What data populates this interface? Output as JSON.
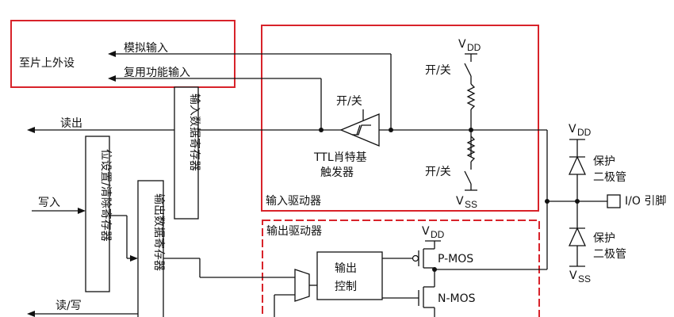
{
  "peripheral": {
    "label": "至片上外设",
    "analog_in": "模拟输入",
    "alt_in": "复用功能输入"
  },
  "input_driver": {
    "title": "输入驱动器",
    "switch_label": "开/关",
    "ttl_line1": "TTL肖特基",
    "ttl_line2": "触发器"
  },
  "input_register": "输入数据寄存器",
  "output_register": "输出数据寄存器",
  "bsrr": "位设置/清除寄存器",
  "signals": {
    "read": "读出",
    "write": "写入",
    "read_write": "读/写"
  },
  "vdd_main": "V",
  "vdd_sub": "DD",
  "vss_main": "V",
  "vss_sub": "SS",
  "protect_line1": "保护",
  "protect_line2": "二极管",
  "io_pin": "I/O 引脚",
  "output_driver": {
    "title": "输出驱动器",
    "control_line1": "输出",
    "control_line2": "控制",
    "pmos": "P-MOS",
    "nmos": "N-MOS"
  }
}
